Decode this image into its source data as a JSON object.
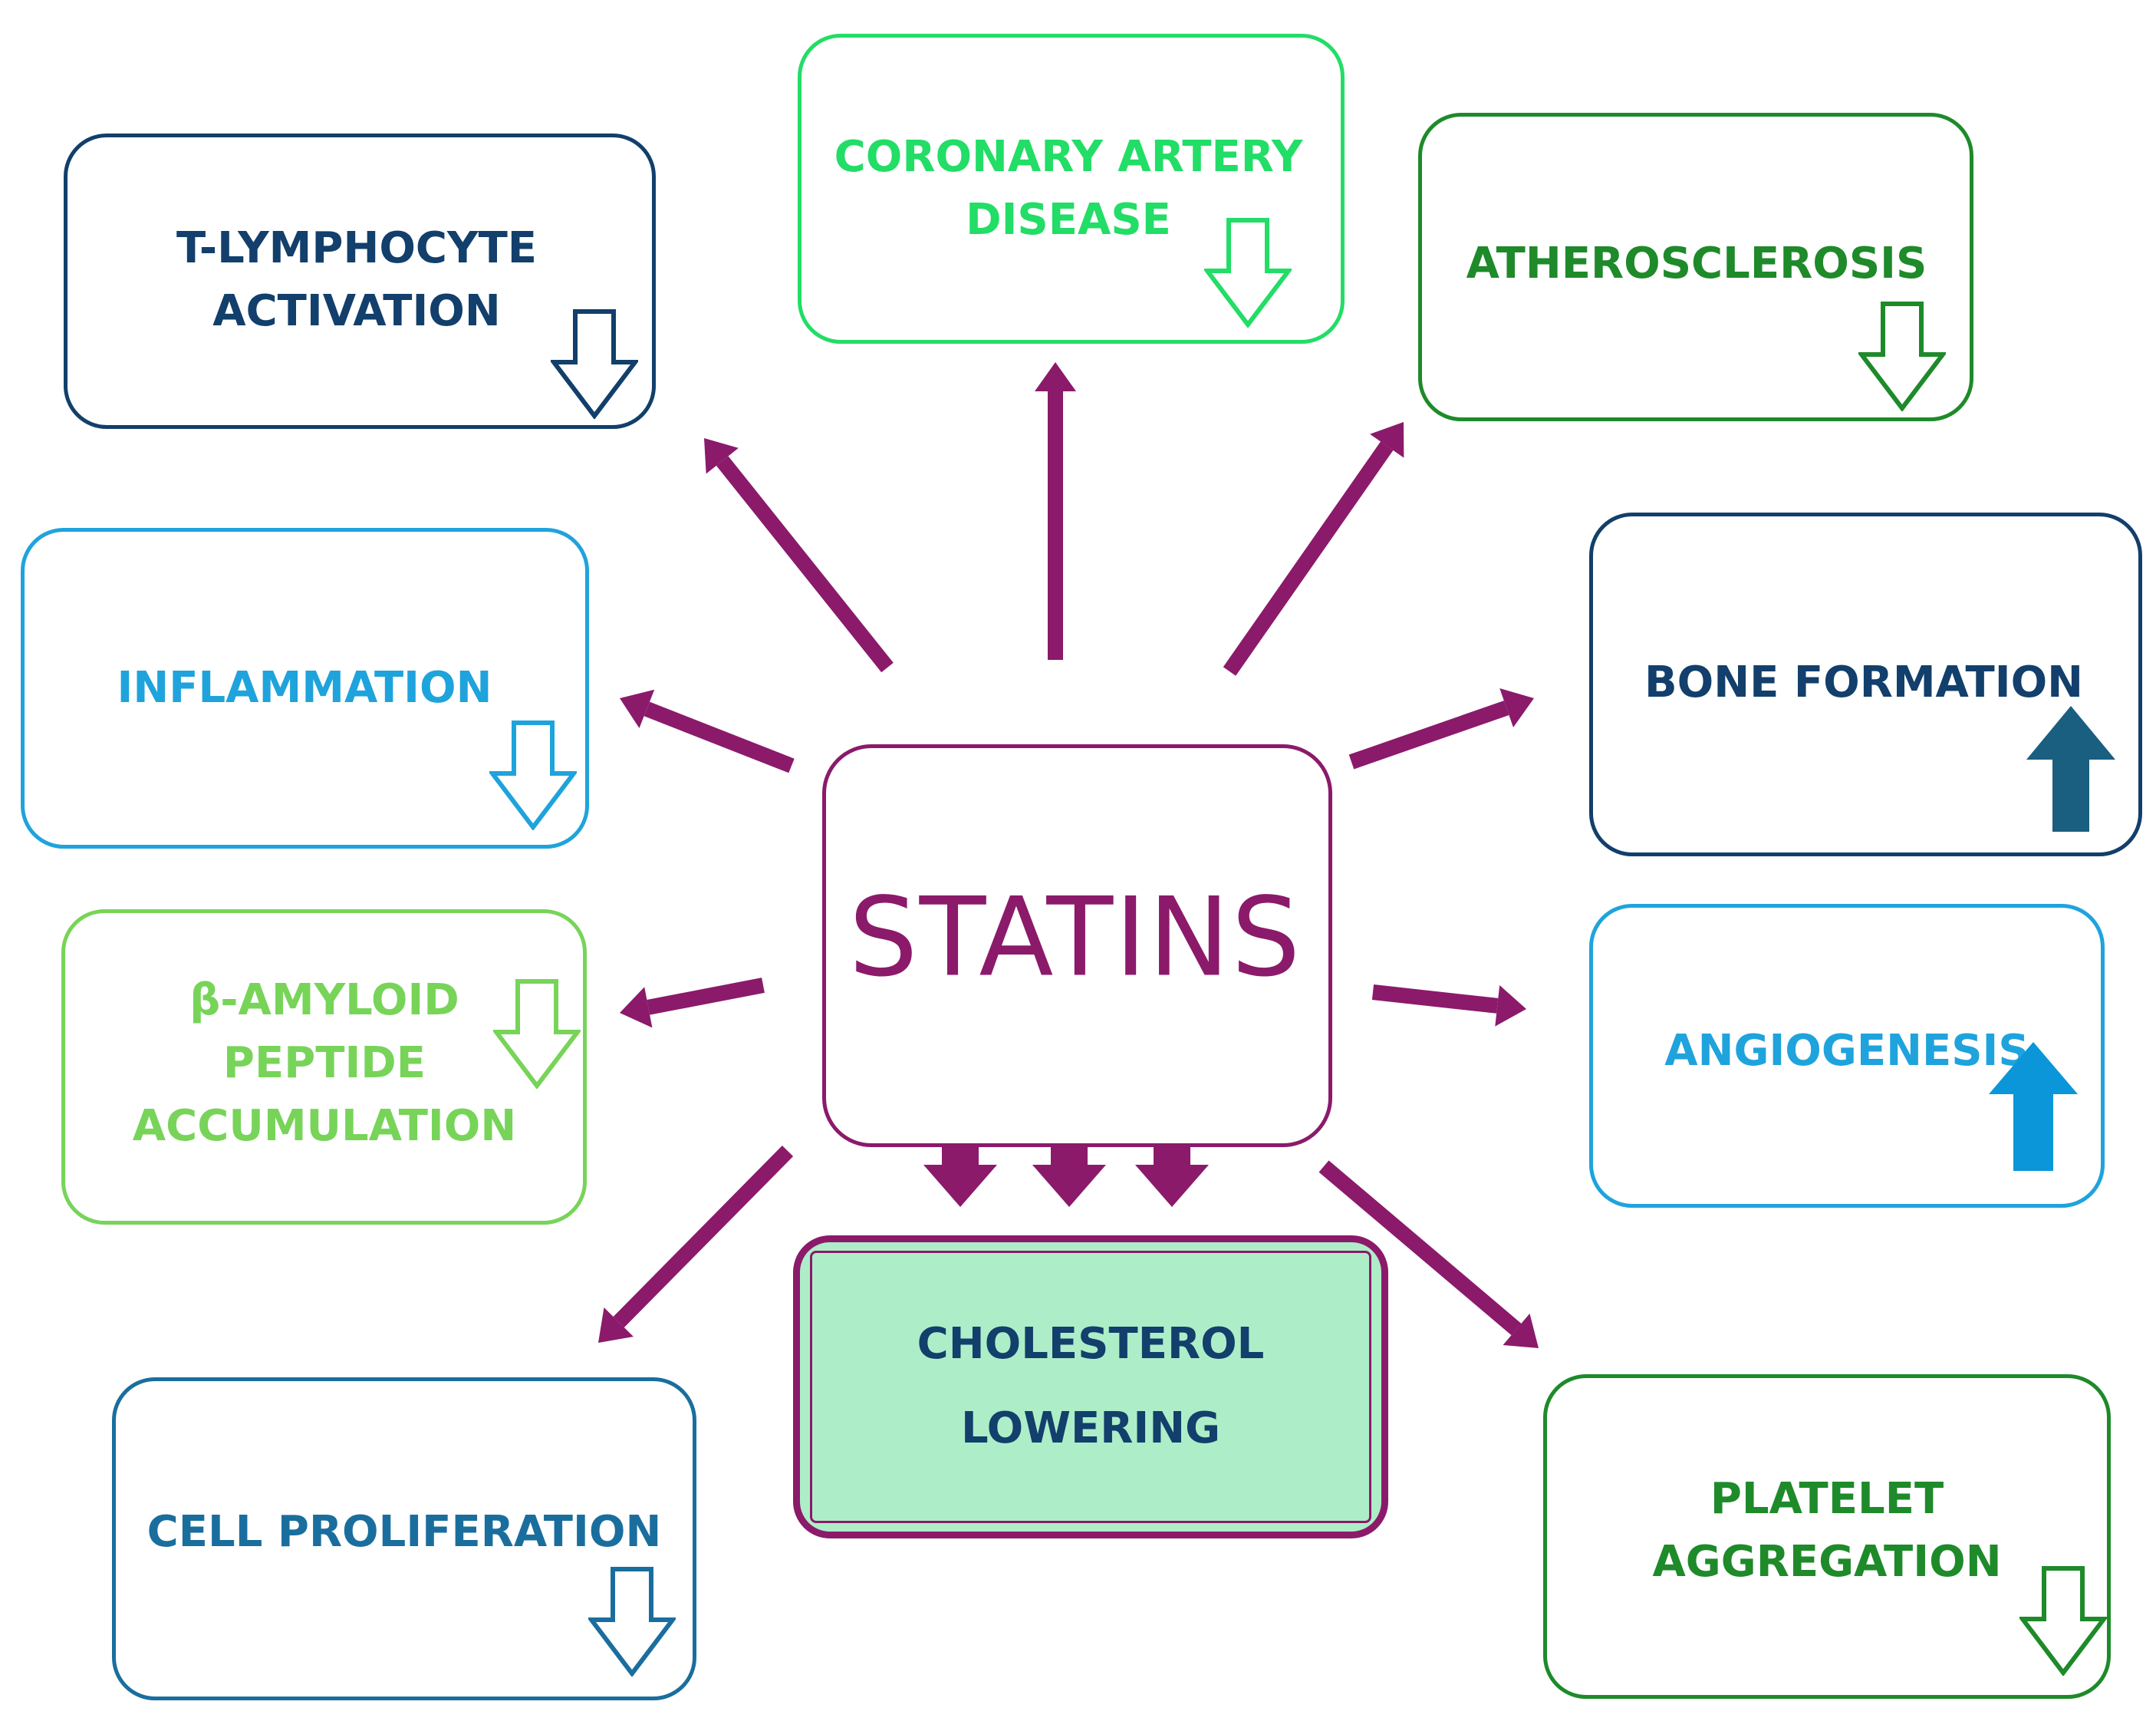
{
  "colors": {
    "statins": "#8b1a6b",
    "navy": "#123f6b",
    "bright_green": "#22dd66",
    "dark_green": "#1e8a2a",
    "sky": "#1fa3dc",
    "light_green": "#77d459",
    "teal_blue": "#1a6e9e",
    "cholesterol_fill": "#adeec8",
    "bone_arrow": "#1a5e80",
    "angio_arrow": "#0a96d8"
  },
  "center": {
    "label": "STATINS"
  },
  "cholesterol": {
    "line1": "CHOLESTEROL",
    "line2": "LOWERING"
  },
  "effects": {
    "tcell": {
      "line1": "T-LYMPHOCYTE",
      "line2": "ACTIVATION",
      "direction": "decrease"
    },
    "cad": {
      "line1": "CORONARY ARTERY",
      "line2": "DISEASE",
      "direction": "decrease"
    },
    "athero": {
      "line1": "ATHEROSCLEROSIS",
      "direction": "decrease"
    },
    "inflam": {
      "line1": "INFLAMMATION",
      "direction": "decrease"
    },
    "bone": {
      "line1": "BONE FORMATION",
      "direction": "increase"
    },
    "amyloid": {
      "line1": "β-AMYLOID",
      "line2": "PEPTIDE",
      "line3": "ACCUMULATION",
      "direction": "decrease"
    },
    "angio": {
      "line1": "ANGIOGENESIS",
      "direction": "increase"
    },
    "cellprol": {
      "line1": "CELL PROLIFERATION",
      "direction": "decrease"
    },
    "platelet": {
      "line1": "PLATELET",
      "line2": "AGGREGATION",
      "direction": "decrease"
    }
  }
}
